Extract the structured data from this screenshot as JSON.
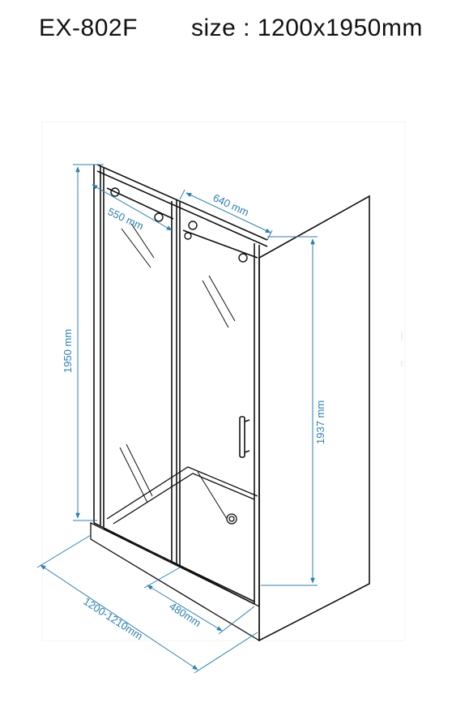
{
  "header": {
    "model": "EX-802F",
    "size": "size : 1200x1950mm"
  },
  "dimensions": {
    "door_width": "640 mm",
    "fixed_panel_width": "550 mm",
    "total_height": "1950 mm",
    "side_height": "1937 mm",
    "width_range": "1200-1210mm",
    "entrance": "480mm"
  },
  "colors": {
    "dimension": "#2d7fb0",
    "line": "#111111"
  }
}
